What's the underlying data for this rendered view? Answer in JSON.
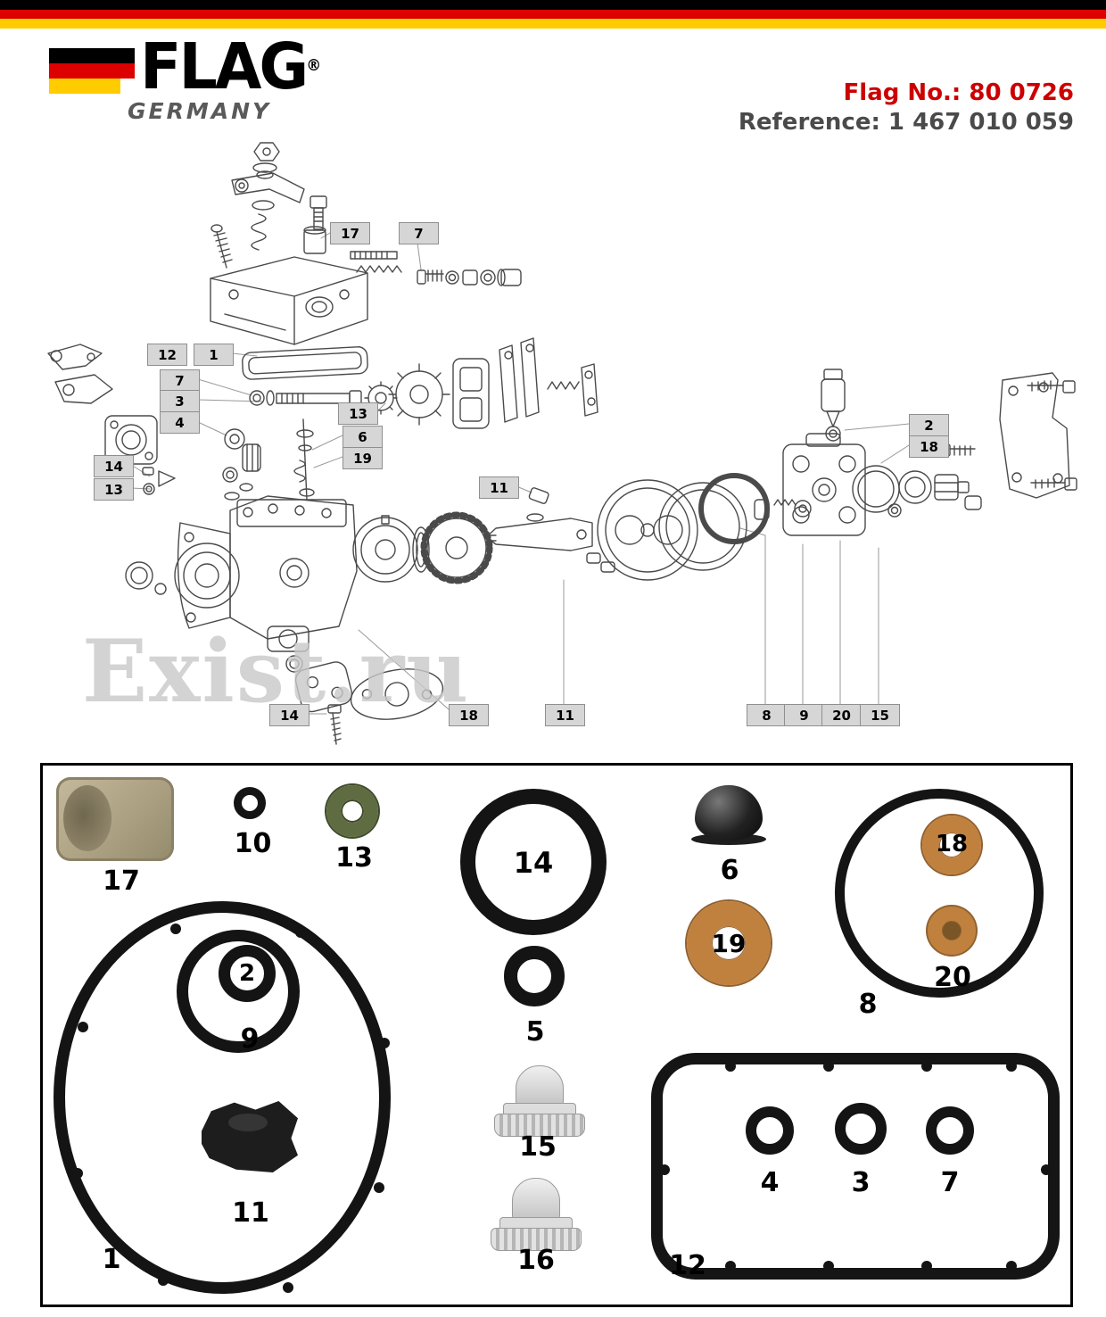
{
  "header": {
    "brand": "FLAG",
    "brand_reg": "®",
    "country": "GERMANY",
    "flag_no_label": "Flag No.:",
    "flag_no_value": "80 0726",
    "reference_label": "Reference:",
    "reference_value": "1 467 010 059"
  },
  "palette": {
    "flag_black": "#000000",
    "flag_red": "#dd0000",
    "flag_gold": "#ffcc00",
    "brand_red": "#cc0000",
    "reference_gray": "#4a4a4a",
    "copper_washer": "#c0813f",
    "green_washer": "#5f6c42",
    "seal_black": "#141414"
  },
  "watermark": "Exist.ru",
  "diagram": {
    "callouts": [
      {
        "label": "17"
      },
      {
        "label": "7"
      },
      {
        "label": "12"
      },
      {
        "label": "1"
      },
      {
        "label": "7"
      },
      {
        "label": "3"
      },
      {
        "label": "13"
      },
      {
        "label": "4"
      },
      {
        "label": "6"
      },
      {
        "label": "19"
      },
      {
        "label": "14"
      },
      {
        "label": "13"
      },
      {
        "label": "11"
      },
      {
        "label": "2"
      },
      {
        "label": "18"
      },
      {
        "label": "14"
      },
      {
        "label": "18"
      },
      {
        "label": "11"
      },
      {
        "label": "8"
      },
      {
        "label": "9"
      },
      {
        "label": "20"
      },
      {
        "label": "15"
      }
    ]
  },
  "kit": {
    "parts": [
      {
        "num": "17"
      },
      {
        "num": "10"
      },
      {
        "num": "13"
      },
      {
        "num": "14"
      },
      {
        "num": "6"
      },
      {
        "num": "8"
      },
      {
        "num": "18"
      },
      {
        "num": "20"
      },
      {
        "num": "19"
      },
      {
        "num": "9"
      },
      {
        "num": "2"
      },
      {
        "num": "5"
      },
      {
        "num": "1"
      },
      {
        "num": "11"
      },
      {
        "num": "15"
      },
      {
        "num": "16"
      },
      {
        "num": "12"
      },
      {
        "num": "4"
      },
      {
        "num": "3"
      },
      {
        "num": "7"
      }
    ]
  }
}
